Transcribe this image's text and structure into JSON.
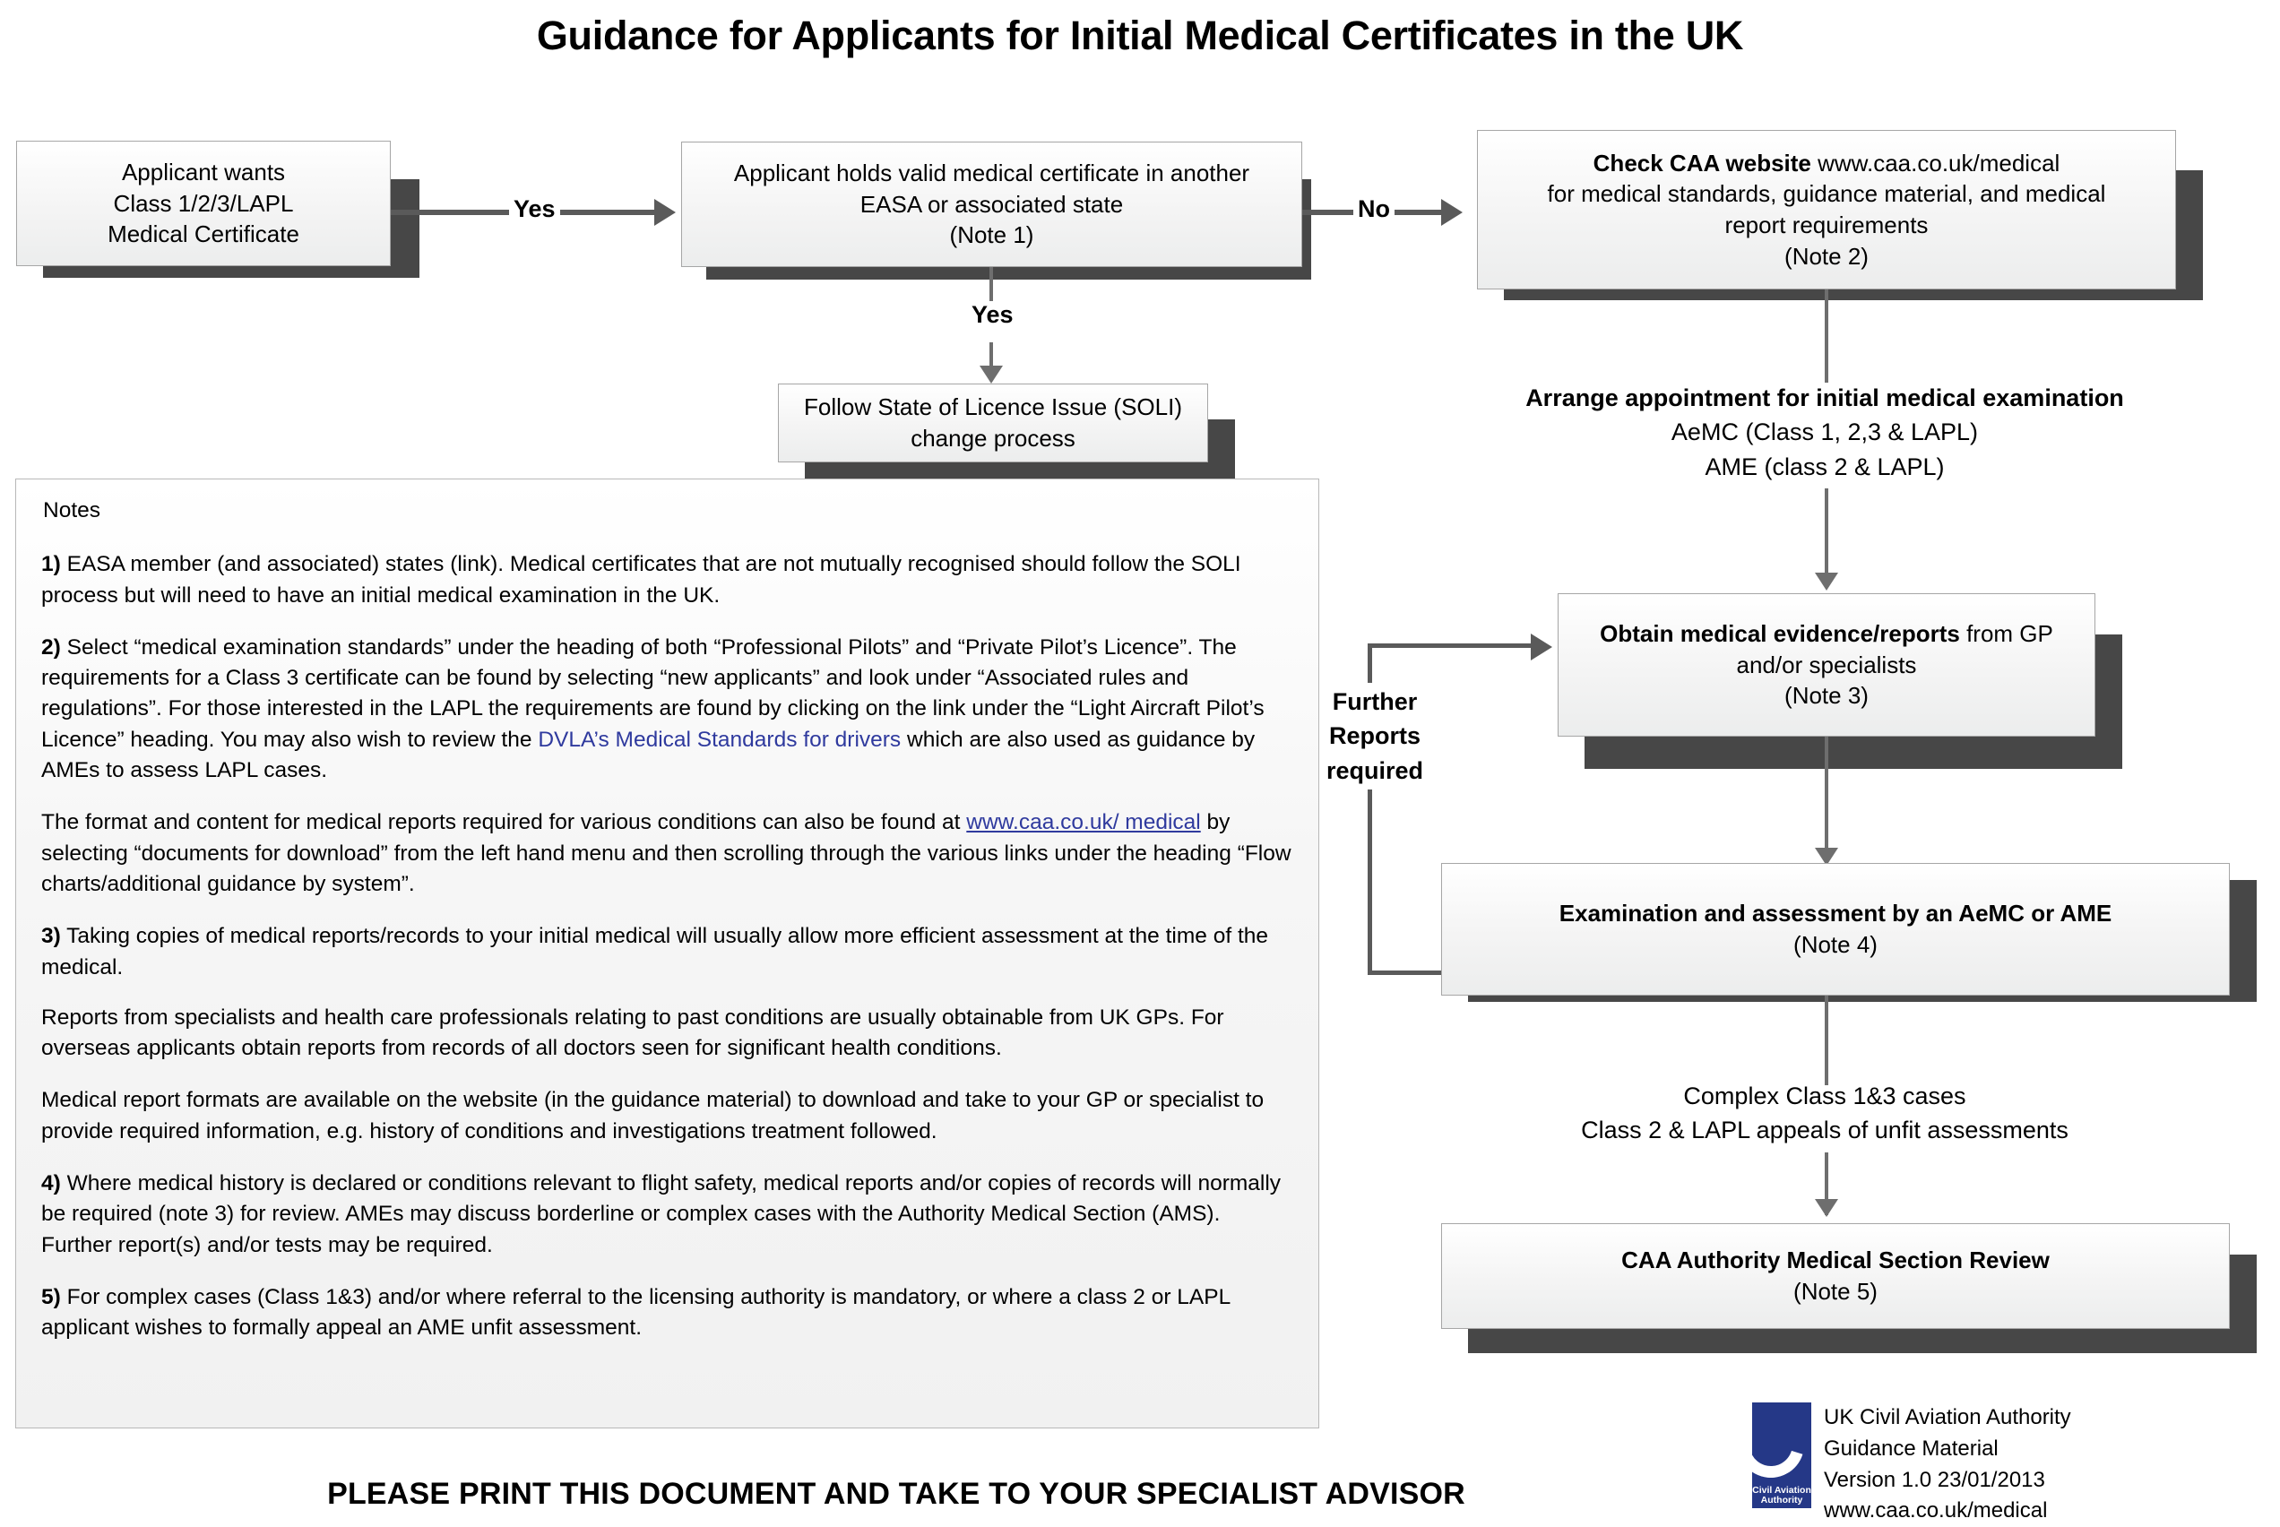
{
  "title": "Guidance for Applicants for Initial Medical Certificates in the UK",
  "flow": {
    "applicant_wants": {
      "l1": "Applicant wants",
      "l2": "Class 1/2/3/LAPL",
      "l3": "Medical Certificate"
    },
    "holds_valid": {
      "l1": "Applicant holds valid medical certificate in another",
      "l2": "EASA or associated state",
      "l3": "(Note 1)"
    },
    "check_caa": {
      "l1_bold": "Check CAA website",
      "l1_rest": " www.caa.co.uk/medical",
      "l2": "for medical standards, guidance material, and medical",
      "l3": "report requirements",
      "l4": "(Note 2)"
    },
    "soli": {
      "l1": "Follow State of Licence Issue (SOLI)",
      "l2": "change process"
    },
    "obtain_evidence": {
      "l1_bold": "Obtain medical evidence/reports",
      "l1_rest": " from GP",
      "l2": "and/or specialists",
      "l3": "(Note 3)"
    },
    "examination": {
      "l1": "Examination and assessment by an AeMC or AME",
      "l2": "(Note 4)"
    },
    "caa_review": {
      "l1": "CAA Authority Medical Section Review",
      "l2": "(Note 5)"
    },
    "labels": {
      "yes_1": "Yes",
      "no_1": "No",
      "yes_2": "Yes",
      "arrange": {
        "l1": "Arrange appointment for initial medical examination",
        "l2": "AeMC (Class 1, 2,3 & LAPL)",
        "l3": "AME (class 2 & LAPL)"
      },
      "further_reports": {
        "l1": "Further",
        "l2": "Reports",
        "l3": "required"
      },
      "complex": {
        "l1": "Complex Class 1&3 cases",
        "l2": "Class 2 & LAPL appeals of unfit assessments"
      }
    }
  },
  "notes": {
    "heading": "Notes",
    "n1_num": "1)",
    "n1_text": " EASA member  (and associated) states (link). Medical certificates that are not mutually recognised should follow the SOLI process but will need to have an initial  medical examination in the UK.",
    "n2_num": "2)",
    "n2_a": " Select “medical examination standards” under the heading of both “Professional Pilots” and “Private Pilot’s Licence”. The requirements for a Class 3 certificate can be found by selecting “new applicants” and look under “Associated rules and regulations”.  For those interested in the LAPL the requirements are found by clicking on the link under the “Light Aircraft Pilot’s Licence” heading.  You may also wish to review the ",
    "n2_link": "DVLA’s Medical Standards for drivers",
    "n2_b": " which are also used as guidance by AMEs to assess LAPL cases.",
    "n2_p2_a": "The format and content for medical reports required for various conditions can also be found at ",
    "n2_p2_link": "www.caa.co.uk/ medical",
    "n2_p2_b": " by selecting “documents for download” from the left hand menu and then scrolling through the various links under the heading “Flow charts/additional guidance by system”.",
    "n3_num": "3)",
    "n3_text": " Taking copies of medical reports/records to your initial medical will usually allow more efficient assessment at the time of the medical.",
    "n3_p2": " Reports from specialists and health care professionals relating to past conditions are usually obtainable from UK GPs. For overseas applicants obtain reports from records of all doctors seen for significant health conditions.",
    "n3_p3": "Medical report formats are available on the website (in the guidance material) to download and take to your GP or specialist to provide required information, e.g. history of conditions and investigations treatment followed.",
    "n4_num": "4)",
    "n4_text": " Where medical history is declared or conditions relevant to flight safety, medical reports and/or copies of records will normally be required (note 3) for review.  AMEs may discuss borderline or complex cases with the Authority Medical Section (AMS).  Further report(s) and/or tests may be required.",
    "n5_num": "5)",
    "n5_text": " For complex cases (Class 1&3) and/or where referral to the licensing authority is mandatory, or where a class 2 or LAPL applicant wishes to formally appeal an AME unfit assessment."
  },
  "footer": {
    "print_banner": "PLEASE PRINT THIS DOCUMENT AND TAKE TO YOUR SPECIALIST ADVISOR",
    "logo_text_1": "Civil Aviation",
    "logo_text_2": "Authority",
    "caa_line_1": "UK Civil Aviation Authority",
    "caa_line_2": "Guidance Material",
    "caa_line_3": "Version 1.0   23/01/2013",
    "caa_line_4": "www.caa.co.uk/medical"
  },
  "colors": {
    "box_border": "#a6a6a6",
    "shadow": "#474747",
    "connector": "#5a5a5a",
    "link": "#2f3a9e",
    "logo_blue": "#253887"
  }
}
